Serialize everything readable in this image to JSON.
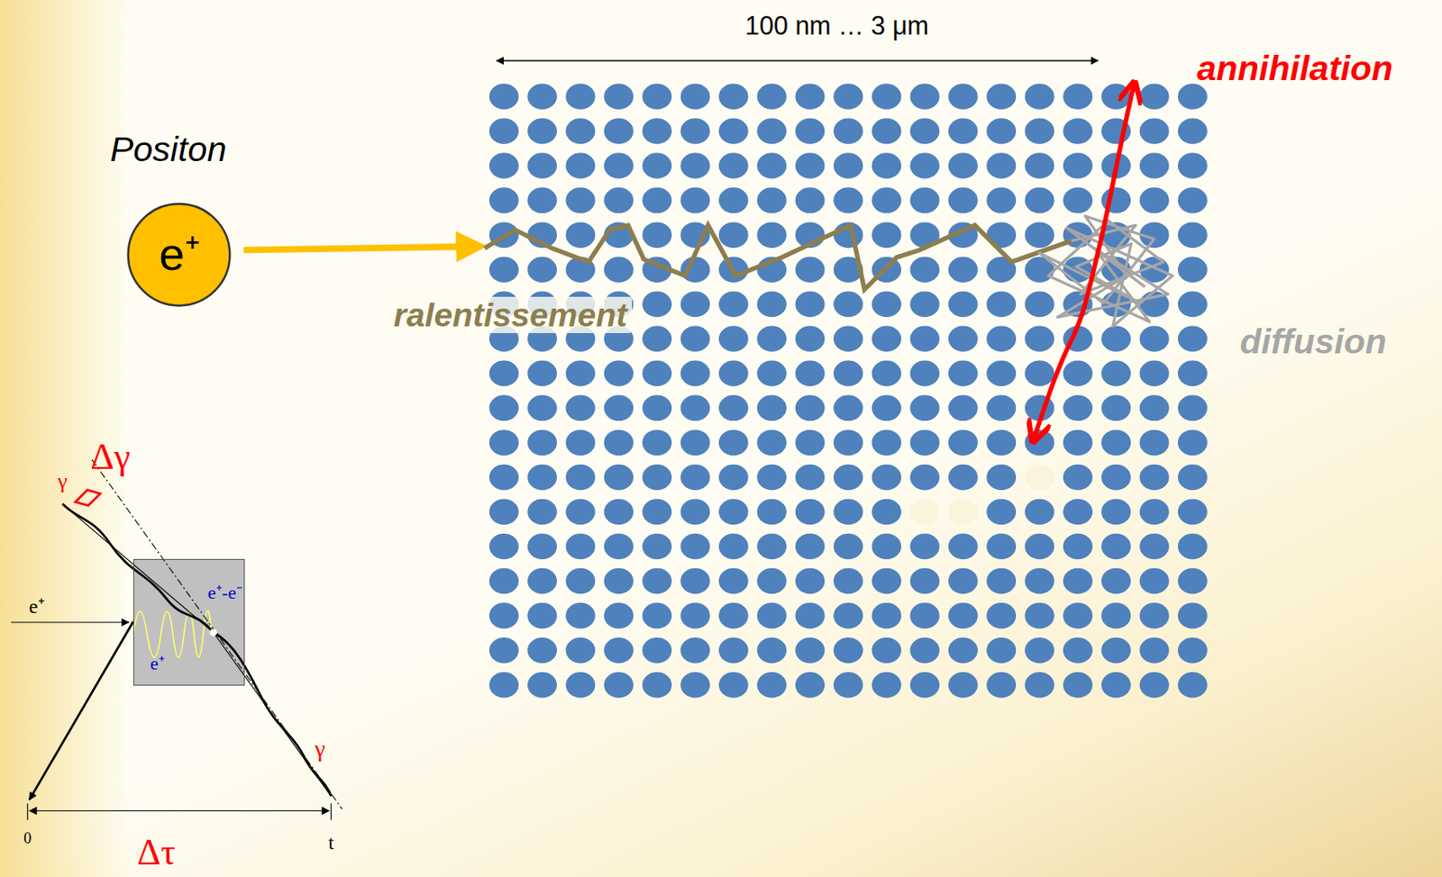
{
  "diagram": {
    "nodes": [
      {
        "text": [
          "e⁺"
        ]
      },
      {
        "text": [
          "e⁺-e⁻",
          "e⁺"
        ]
      }
    ],
    "labels": [
      "Positon",
      "100 nm … 3 μm",
      "annihilation",
      "ralentissement",
      "diffusion",
      "Δγ",
      "γ",
      "e⁺",
      "γ",
      "0",
      "t",
      "Δτ"
    ]
  }
}
